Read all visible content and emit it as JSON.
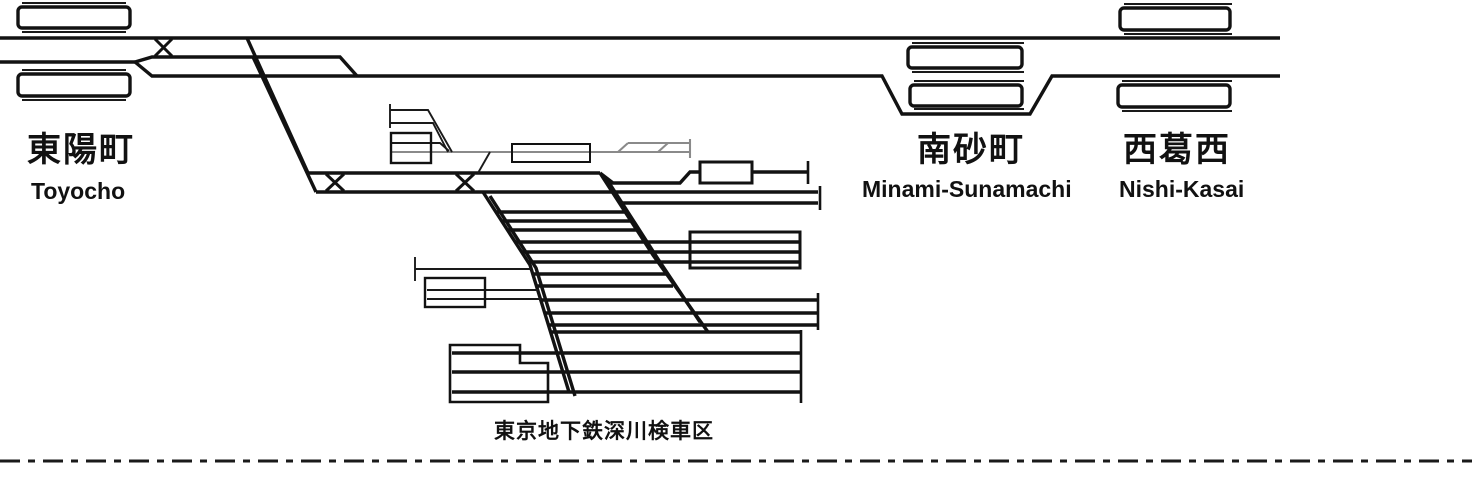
{
  "diagram": {
    "type": "railway-track-diagram",
    "track_color": "#121212",
    "aux_track_color": "#8a8a8a",
    "background": "#ffffff",
    "stations": [
      {
        "name_ja": "東陽町",
        "name_en": "Toyocho"
      },
      {
        "name_ja": "南砂町",
        "name_en": "Minami-Sunamachi"
      },
      {
        "name_ja": "西葛西",
        "name_en": "Nishi-Kasai"
      }
    ],
    "facility": {
      "name_ja": "東京地下鉄深川検車区"
    }
  }
}
